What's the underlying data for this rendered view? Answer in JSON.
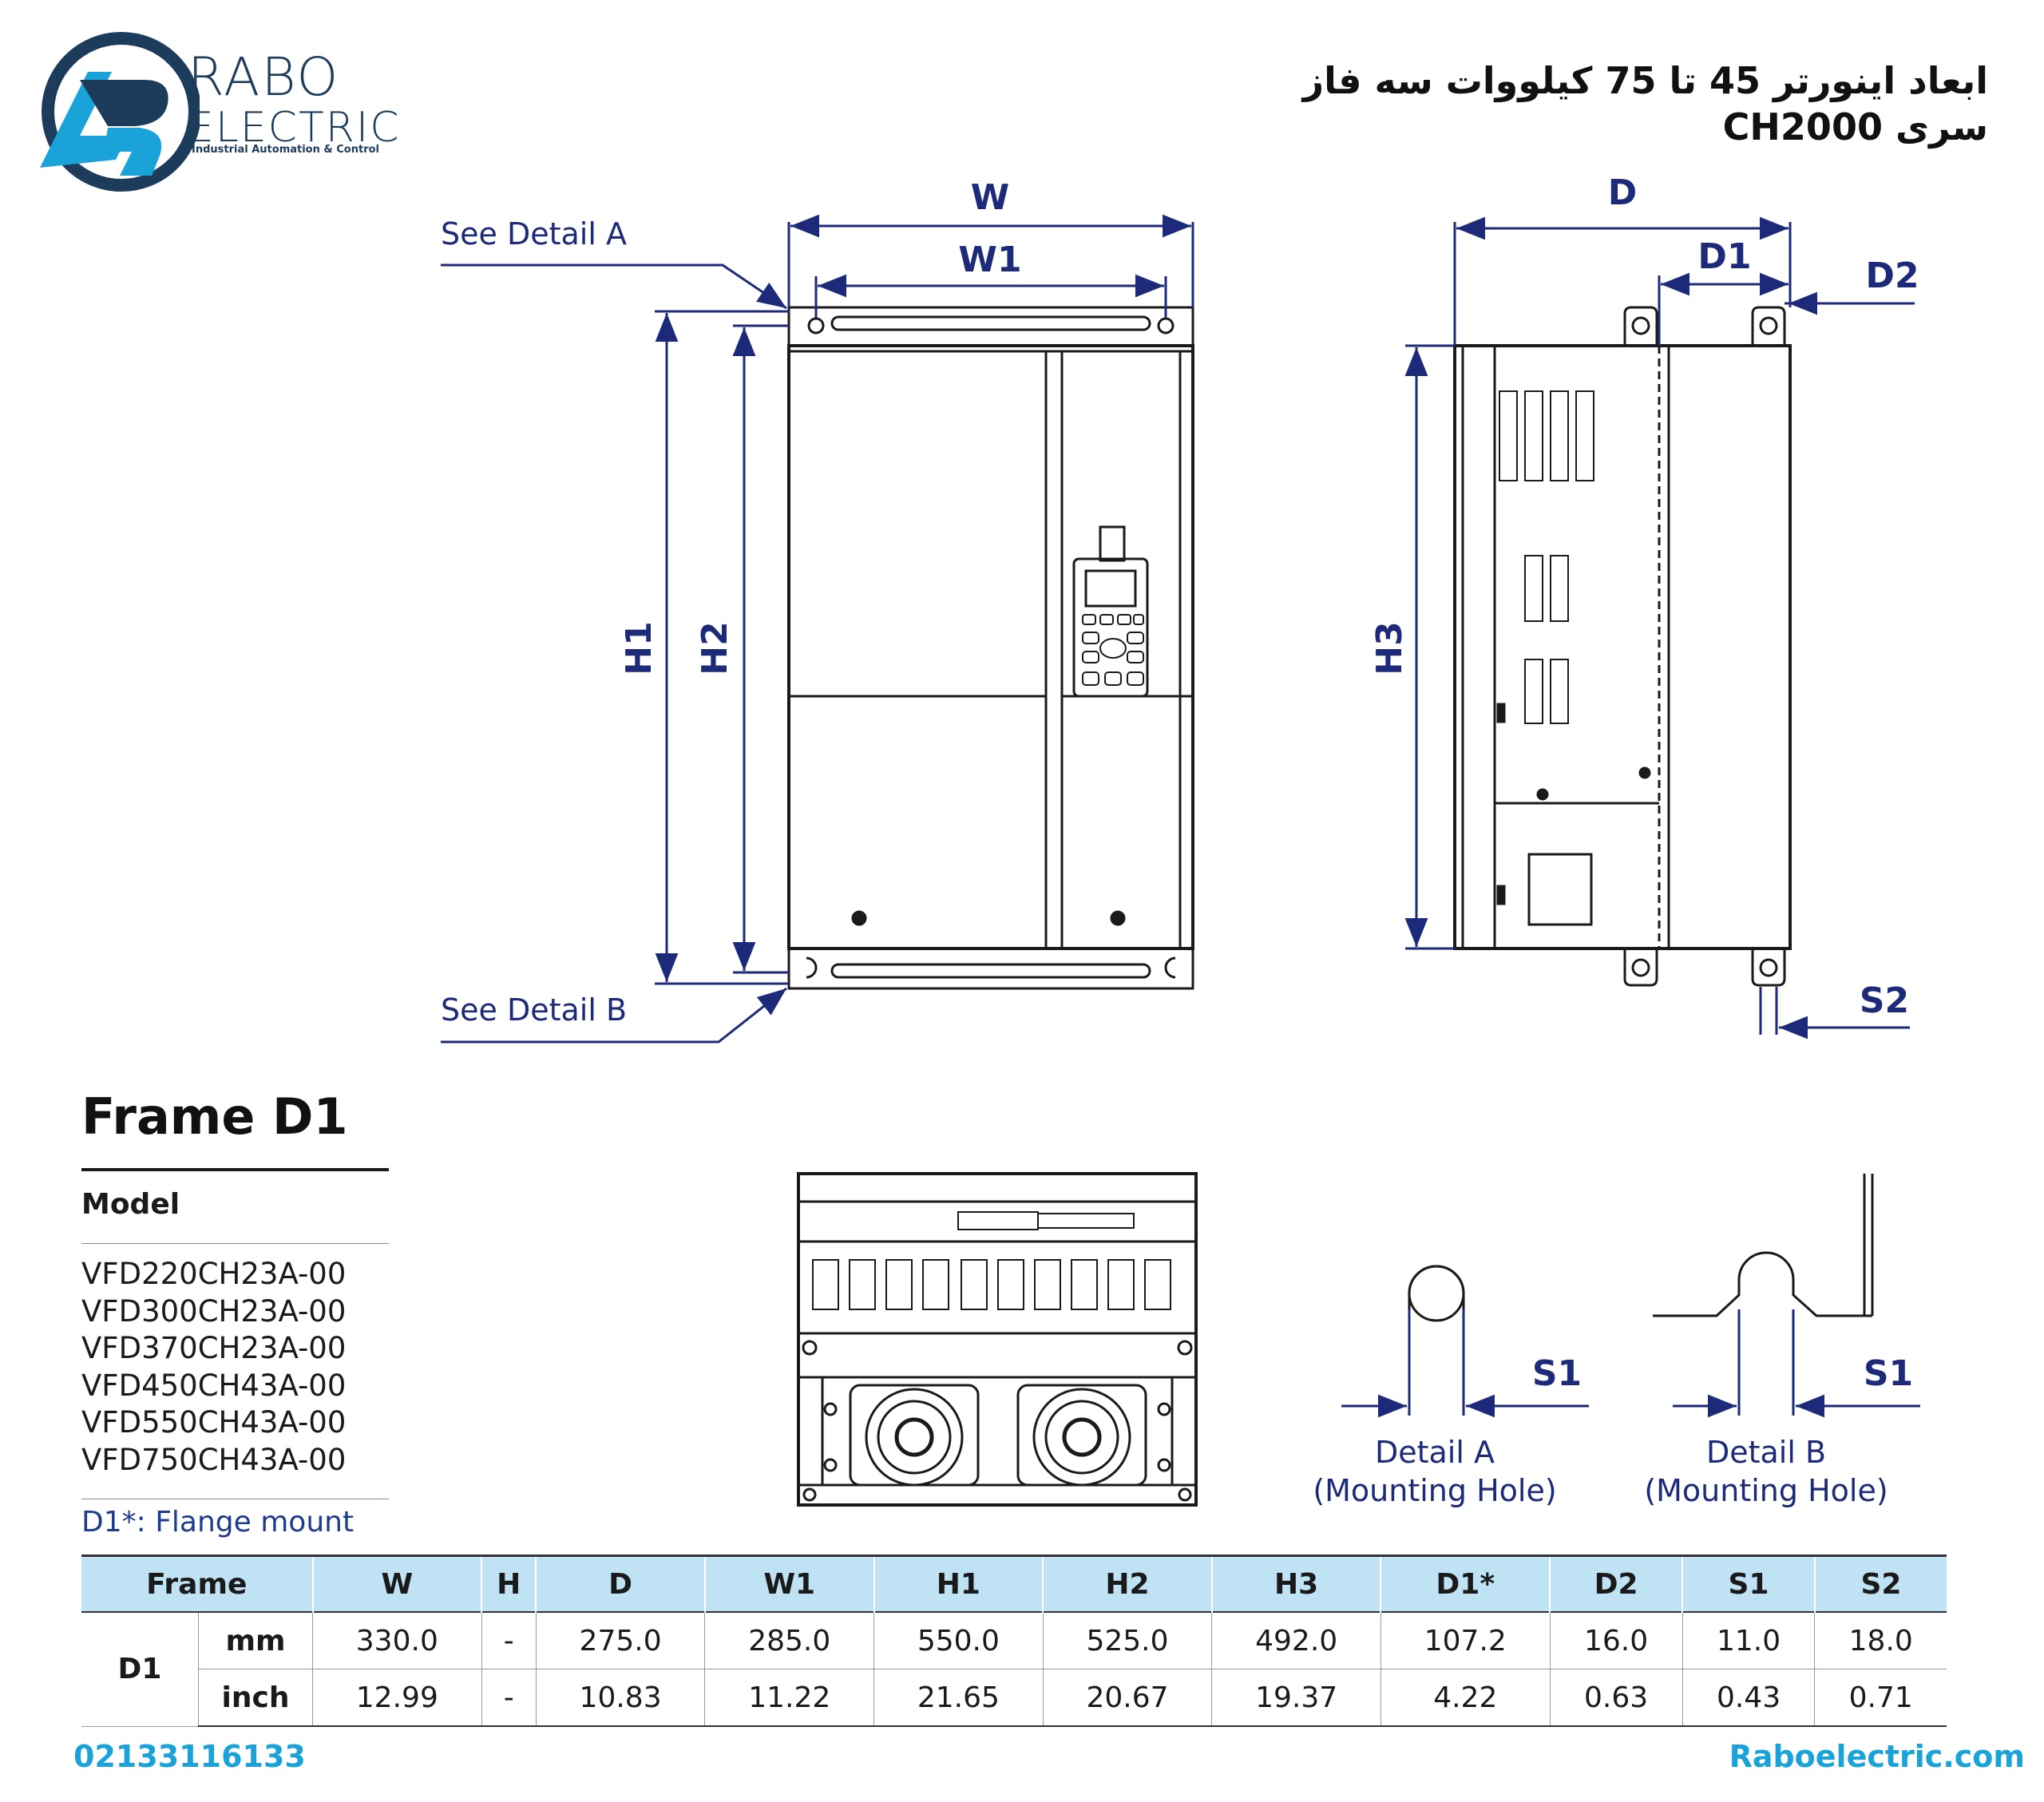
{
  "brand": {
    "name_main_1": "RABO",
    "name_main_2": "ELECTRIC",
    "tagline": "Industrial Automation & Control",
    "colors": {
      "navy": "#1d3c5c",
      "cyan": "#1aa3d8",
      "dimension": "#1d2a7a"
    }
  },
  "title": {
    "line1": "ابعاد اینورتر 45 تا 75 کیلووات سه فاز",
    "line2": "سری CH2000"
  },
  "front_view": {
    "labels": {
      "w": "W",
      "w1": "W1",
      "h1": "H1",
      "h2": "H2"
    },
    "detail_a": "See Detail A",
    "detail_b": "See Detail B"
  },
  "side_view": {
    "labels": {
      "d": "D",
      "d1": "D1",
      "d2": "D2",
      "h3": "H3",
      "s2": "S2"
    }
  },
  "details": {
    "a": {
      "label": "S1",
      "caption1": "Detail A",
      "caption2": "(Mounting Hole)"
    },
    "b": {
      "label": "S1",
      "caption1": "Detail B",
      "caption2": "(Mounting Hole)"
    }
  },
  "frame": {
    "title": "Frame D1",
    "model_heading": "Model",
    "models": [
      "VFD220CH23A-00",
      "VFD300CH23A-00",
      "VFD370CH23A-00",
      "VFD450CH43A-00",
      "VFD550CH43A-00",
      "VFD750CH43A-00"
    ],
    "note": "D1*: Flange mount"
  },
  "table": {
    "headers": [
      "Frame",
      "W",
      "H",
      "D",
      "W1",
      "H1",
      "H2",
      "H3",
      "D1*",
      "D2",
      "S1",
      "S2"
    ],
    "frame": "D1",
    "rows": [
      {
        "unit": "mm",
        "values": [
          "330.0",
          "-",
          "275.0",
          "285.0",
          "550.0",
          "525.0",
          "492.0",
          "107.2",
          "16.0",
          "11.0",
          "18.0"
        ]
      },
      {
        "unit": "inch",
        "values": [
          "12.99",
          "-",
          "10.83",
          "11.22",
          "21.65",
          "20.67",
          "19.37",
          "4.22",
          "0.63",
          "0.43",
          "0.71"
        ]
      }
    ]
  },
  "footer": {
    "phone": "02133116133",
    "website": "Raboelectric.com"
  }
}
